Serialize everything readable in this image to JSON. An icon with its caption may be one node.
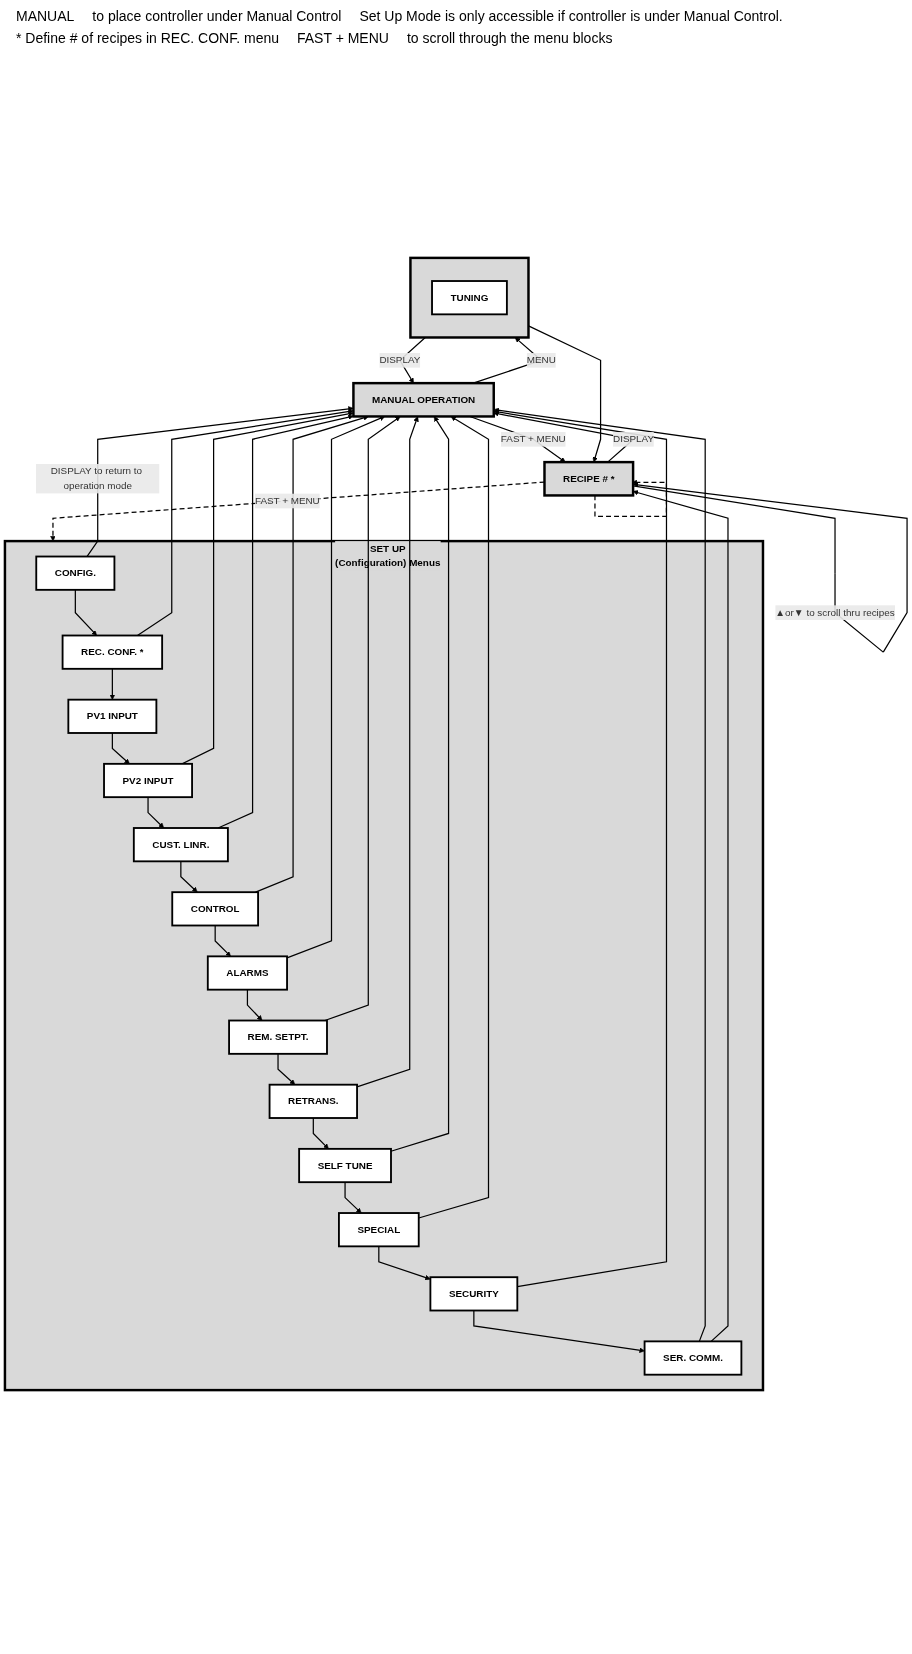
{
  "diagram": {
    "nodes": [
      {
        "text": [
          "MANUAL OPERATION"
        ]
      },
      {
        "text": [],
        "shape": "box"
      },
      {
        "text": [
          "TUNING"
        ],
        "in": 1
      },
      {
        "text": [
          "RECIPE # *"
        ]
      },
      {
        "text": [
          "SET UP",
          "(Configuration) Menus"
        ]
      },
      {
        "text": [
          "CONFIG."
        ],
        "in": 4
      },
      {
        "text": [
          "REC. CONF. *"
        ],
        "in": 4
      },
      {
        "text": [
          "PV1 INPUT"
        ],
        "in": 4
      },
      {
        "text": [
          "PV2 INPUT"
        ],
        "in": 4
      },
      {
        "text": [
          "CUST. LINR."
        ],
        "in": 4
      },
      {
        "text": [
          "CONTROL"
        ],
        "in": 4
      },
      {
        "text": [
          "ALARMS"
        ],
        "in": 4
      },
      {
        "text": [
          "REM. SETPT."
        ],
        "in": 4
      },
      {
        "text": [
          "RETRANS."
        ],
        "in": 4
      },
      {
        "text": [
          "SELF TUNE"
        ],
        "in": 4
      },
      {
        "text": [
          "SPECIAL"
        ],
        "in": 4
      },
      {
        "text": [
          "SECURITY"
        ],
        "in": 4
      },
      {
        "text": [
          "SER. COMM."
        ],
        "in": 4
      }
    ],
    "edges": [
      {
        "from": 0,
        "to": 1,
        "arrow": "to",
        "label": "MENU"
      },
      {
        "from": 1,
        "to": 0,
        "arrow": "to",
        "label": "DISPLAY"
      },
      {
        "from": 0,
        "to": 3,
        "arrow": "to",
        "label": "FAST + MENU"
      },
      {
        "from": 1,
        "to": 3,
        "arrow": "to"
      },
      {
        "from": 3,
        "to": 0,
        "arrow": "to",
        "label": "DISPLAY"
      },
      {
        "from": 3,
        "to": 3,
        "arrow": "to",
        "label": "▲or▼ to scroll thru recipes"
      },
      {
        "from": 3,
        "to": 4,
        "arrow": "to",
        "style": "dashed",
        "label": "FAST + MENU"
      },
      {
        "from": 3,
        "to": 3,
        "arrow": "to",
        "style": "dashed"
      },
      {
        "from": 5,
        "to": 6,
        "arrow": "to"
      },
      {
        "from": 6,
        "to": 7,
        "arrow": "to"
      },
      {
        "from": 7,
        "to": 8,
        "arrow": "to"
      },
      {
        "from": 8,
        "to": 9,
        "arrow": "to"
      },
      {
        "from": 9,
        "to": 10,
        "arrow": "to"
      },
      {
        "from": 10,
        "to": 11,
        "arrow": "to"
      },
      {
        "from": 11,
        "to": 12,
        "arrow": "to"
      },
      {
        "from": 12,
        "to": 13,
        "arrow": "to"
      },
      {
        "from": 13,
        "to": 14,
        "arrow": "to"
      },
      {
        "from": 14,
        "to": 15,
        "arrow": "to"
      },
      {
        "from": 15,
        "to": 16,
        "arrow": "to"
      },
      {
        "from": 16,
        "to": 17,
        "arrow": "to"
      },
      {
        "from": 5,
        "to": 0,
        "arrow": "to",
        "label": "DISPLAY to return to operation mode"
      },
      {
        "from": 6,
        "to": 0,
        "arrow": "to"
      },
      {
        "from": 8,
        "to": 0,
        "arrow": "to"
      },
      {
        "from": 9,
        "to": 0,
        "arrow": "to"
      },
      {
        "from": 10,
        "to": 0,
        "arrow": "to"
      },
      {
        "from": 11,
        "to": 0,
        "arrow": "to"
      },
      {
        "from": 12,
        "to": 0,
        "arrow": "to"
      },
      {
        "from": 13,
        "to": 0,
        "arrow": "to"
      },
      {
        "from": 14,
        "to": 0,
        "arrow": "to"
      },
      {
        "from": 15,
        "to": 0,
        "arrow": "to"
      },
      {
        "from": 16,
        "to": 0,
        "arrow": "to"
      },
      {
        "from": 17,
        "to": 0,
        "arrow": "to"
      },
      {
        "from": 17,
        "to": 3,
        "arrow": "to"
      }
    ],
    "labels": [
      "MANUAL",
      "to place controller under Manual Control",
      "Set Up Mode is only accessible if controller is under Manual Control.",
      "* Define # of recipes in REC. CONF. menu",
      "FAST + MENU",
      "to scroll through the menu blocks"
    ]
  }
}
